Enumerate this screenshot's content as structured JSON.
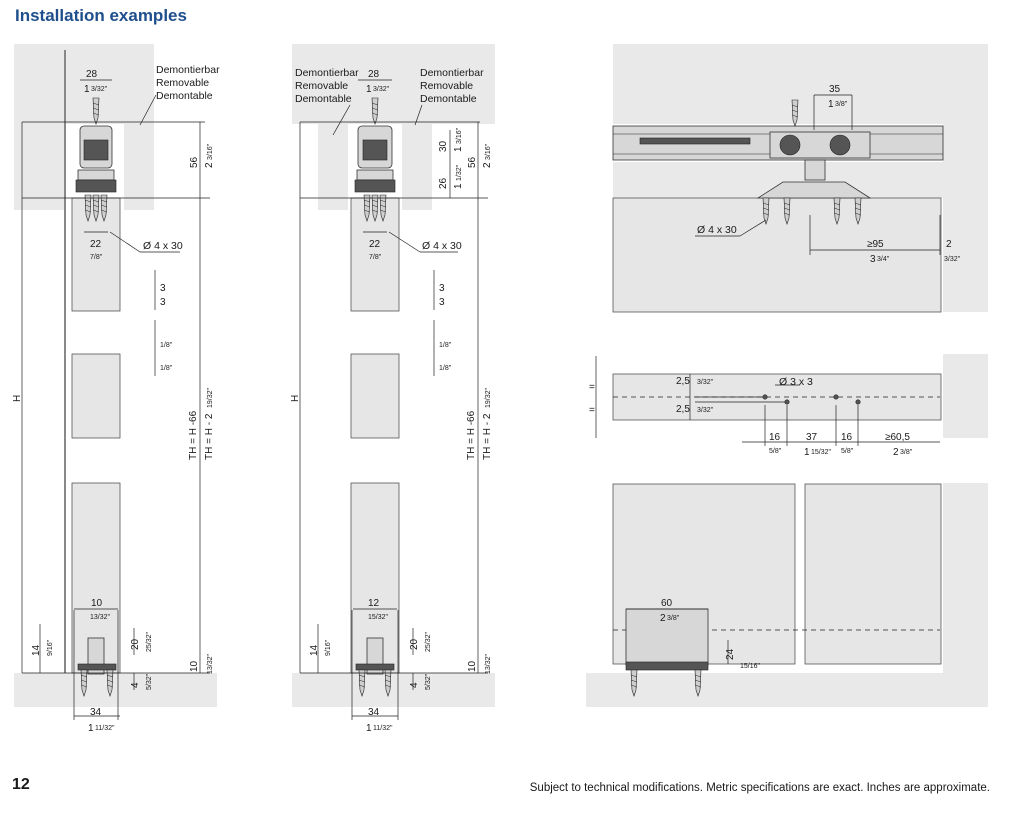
{
  "header": {
    "title": "Installation examples"
  },
  "footer": {
    "page_number": "12",
    "note": "Subject to technical modifications. Metric specifications are exact. Inches are approximate."
  },
  "labels": {
    "removable_de": "Demontierbar",
    "removable_en": "Removable",
    "removable_fr": "Demontable",
    "screw_4x30": "Ø 4 x 30",
    "screw_3x3": "Ø 3 x 3",
    "height": "H",
    "track_height_mm": "TH = H -66",
    "track_height_in": "TH = H - 2",
    "track_height_in_frac": "19/32\"",
    "adj_plus": "+",
    "adj_minus": "-"
  },
  "dimensions": {
    "d28": "28",
    "d28_in": "1",
    "d28_frac": "3/32\"",
    "d56": "56",
    "d56_in": "2",
    "d56_frac": "3/16\"",
    "d22": "22",
    "d22_in": "7/8\"",
    "d3": "3",
    "d1_8": "1/8\"",
    "d30": "30",
    "d30_in": "1",
    "d30_frac": "3/16\"",
    "d26": "26",
    "d26_in": "1",
    "d26_frac": "1/32\"",
    "d10": "10",
    "d10_in": "13/32\"",
    "d12": "12",
    "d12_in": "15/32\"",
    "d14": "14",
    "d14_in": "9/16\"",
    "d20": "20",
    "d20_in": "25/32\"",
    "d4": "4",
    "d4_in": "5/32\"",
    "d34": "34",
    "d34_in": "1",
    "d34_frac": "11/32\"",
    "d10b": "10",
    "d10b_in": "13/32\"",
    "d35": "35",
    "d35_in": "1",
    "d35_frac": "3/8\"",
    "d95": "≥95",
    "d95_in": "3",
    "d95_frac": "3/4\"",
    "d2": "2",
    "d2_in": "3/32\"",
    "d25": "2,5",
    "d25_in": "3/32\"",
    "d16": "16",
    "d16_in": "5/8\"",
    "d37": "37",
    "d37_in": "1",
    "d37_frac": "15/32\"",
    "d605": "≥60,5",
    "d605_in": "2",
    "d605_frac": "3/8\"",
    "d60": "60",
    "d60_in": "2",
    "d60_frac": "3/8\"",
    "d24": "24",
    "d24_in": "15/16\"",
    "eq": "="
  }
}
